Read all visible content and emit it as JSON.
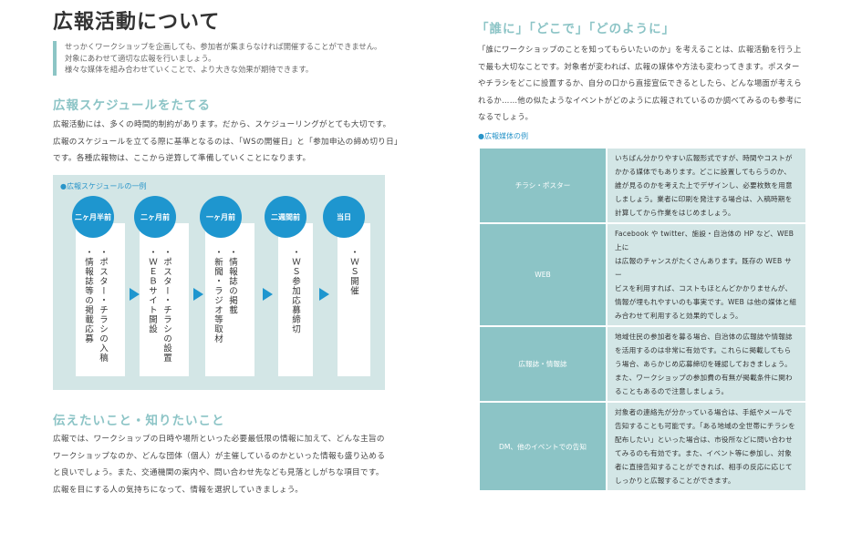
{
  "title": "広報活動について",
  "lead": [
    "せっかくワークショップを企画しても、参加者が集まらなければ開催することができません。",
    "対象にあわせて適切な広報を行いましょう。",
    "様々な媒体を組み合わせていくことで、より大きな効果が期待できます。"
  ],
  "schedule_section": {
    "heading": "広報スケジュールをたてる",
    "body": [
      "広報活動には、多くの時間的制約があります。だから、スケジューリングがとても大切です。",
      "広報のスケジュールを立てる際に基準となるのは、「WSの開催日」と「参加申込の締め切り日」",
      "です。各種広報物は、ここから逆算して準備していくことになります。"
    ],
    "example_label": "●広報スケジュールの一例",
    "steps": [
      {
        "when": "二ヶ月半前",
        "items": [
          "・ポスター・チラシの入稿",
          "・情報誌等の掲載応募"
        ]
      },
      {
        "when": "二ヶ月前",
        "items": [
          "・ポスター・チラシの設置",
          "・ＷＥＢサイト開設"
        ]
      },
      {
        "when": "一ヶ月前",
        "items": [
          "・情報誌の掲載",
          "・新聞・ラジオ等取材"
        ]
      },
      {
        "when": "二週間前",
        "items": [
          "・ＷＳ参加応募締切"
        ]
      },
      {
        "when": "当日",
        "items": [
          "・ＷＳ開催"
        ]
      }
    ]
  },
  "tell_section": {
    "heading": "伝えたいこと・知りたいこと",
    "body": [
      "広報では、ワークショップの日時や場所といった必要最低限の情報に加えて、どんな主旨の",
      "ワークショップなのか、どんな団体（個人）が主催しているのかといった情報も盛り込める",
      "と良いでしょう。また、交通機関の案内や、問い合わせ先なども見落としがちな項目です。",
      "広報を目にする人の気持ちになって、情報を選択していきましょう。"
    ]
  },
  "who_section": {
    "heading": "「誰に」「どこで」「どのように」",
    "body": [
      "「誰にワークショップのことを知ってもらいたいのか」を考えることは、広報活動を行う上",
      "で最も大切なことです。対象者が変われば、広報の媒体や方法も変わってきます。ポスター",
      "やチラシをどこに設置するか、自分の口から直接宣伝できるとしたら、どんな場面が考えら",
      "れるか……他の似たようなイベントがどのように広報されているのか調べてみるのも参考に",
      "なるでしょう。"
    ],
    "media_label": "●広報媒体の例",
    "media": [
      {
        "name": "チラシ・ポスター",
        "desc": [
          "いちばん分かりやすい広報形式ですが、時間やコストが",
          "かかる媒体でもあります。どこに設置してもらうのか、",
          "誰が見るのかを考えた上でデザインし、必要枚数を用意",
          "しましょう。業者に印刷を発注する場合は、入稿時期を",
          "計算してから作業をはじめましょう。"
        ]
      },
      {
        "name": "WEB",
        "desc": [
          "Facebook や twitter、施設・自治体の HP など、WEB 上に",
          "は広報のチャンスがたくさんあります。既存の WEB サー",
          "ビスを利用すれば、コストもほとんどかかりませんが、",
          "情報が埋もれやすいのも事実です。WEB は他の媒体と組",
          "み合わせて利用すると効果的でしょう。"
        ]
      },
      {
        "name": "広報誌・情報誌",
        "desc": [
          "地域住民の参加者を募る場合、自治体の広報誌や情報誌",
          "を活用するのは非常に有効です。これらに掲載してもら",
          "う場合、あらかじめ応募締切を確認しておきましょう。",
          "また、ワークショップの参加費の有無が掲載条件に関わ",
          "ることもあるので注意しましょう。"
        ]
      },
      {
        "name": "DM、他のイベントでの告知",
        "desc": [
          "対象者の連絡先が分かっている場合は、手紙やメールで",
          "告知することも可能です。「ある地域の全世帯にチラシを",
          "配布したい」といった場合は、市役所などに問い合わせ",
          "てみるのも有効です。また、イベント等に参加し、対象",
          "者に直接告知することができれば、相手の反応に応じて",
          "しっかりと広報することができます。"
        ]
      }
    ]
  },
  "colors": {
    "teal": "#8cc4c6",
    "light_teal": "#d3e6e6",
    "blue": "#1e96cf"
  }
}
